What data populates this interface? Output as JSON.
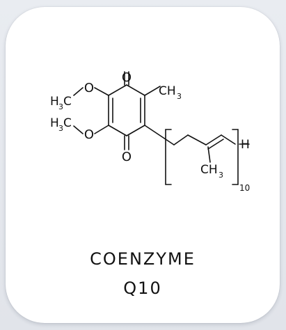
{
  "card": {
    "name_line1": "COENZYME",
    "name_line2": "Q10"
  },
  "structure": {
    "oxygen_top": "O",
    "oxygen_bottom": "O",
    "methoxy1_h": "H",
    "methoxy1_sub": "3",
    "methoxy1_c": "C",
    "methoxy1_o": "O",
    "methoxy2_h": "H",
    "methoxy2_sub": "3",
    "methoxy2_c": "C",
    "methoxy2_o": "O",
    "methyl_c": "CH",
    "methyl_sub": "3",
    "chain_methyl_c": "CH",
    "chain_methyl_sub": "3",
    "terminal_h": "H",
    "repeat_count": "10"
  },
  "colors": {
    "ink": "#111111",
    "card": "#ffffff",
    "background": "#e3e6ec"
  }
}
